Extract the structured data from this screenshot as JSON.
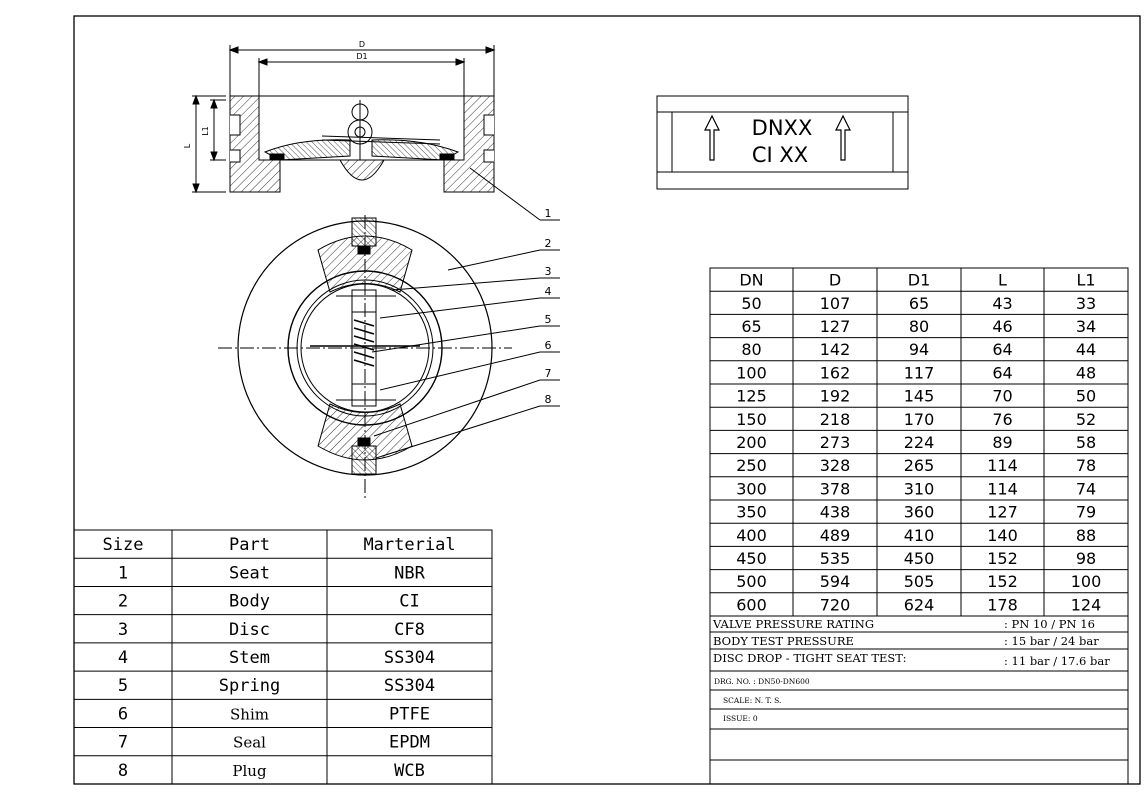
{
  "side_view": {
    "dims": [
      "D",
      "D1",
      "L",
      "L1"
    ]
  },
  "nameplate": {
    "line1": "DNXX",
    "line2": "CI XX"
  },
  "front_view": {
    "callouts": [
      "1",
      "2",
      "3",
      "4",
      "5",
      "6",
      "7",
      "8"
    ]
  },
  "parts_table": {
    "headers": [
      "Size",
      "Part",
      "Marterial"
    ],
    "rows": [
      [
        "1",
        "Seat",
        "NBR"
      ],
      [
        "2",
        "Body",
        "CI"
      ],
      [
        "3",
        "Disc",
        "CF8"
      ],
      [
        "4",
        "Stem",
        "SS304"
      ],
      [
        "5",
        "Spring",
        "SS304"
      ],
      [
        "6",
        "Shim",
        "PTFE"
      ],
      [
        "7",
        "Seal",
        "EPDM"
      ],
      [
        "8",
        "Plug",
        "WCB"
      ]
    ]
  },
  "dims_table": {
    "headers": [
      "DN",
      "D",
      "D1",
      "L",
      "L1"
    ],
    "rows": [
      [
        "50",
        "107",
        "65",
        "43",
        "33"
      ],
      [
        "65",
        "127",
        "80",
        "46",
        "34"
      ],
      [
        "80",
        "142",
        "94",
        "64",
        "44"
      ],
      [
        "100",
        "162",
        "117",
        "64",
        "48"
      ],
      [
        "125",
        "192",
        "145",
        "70",
        "50"
      ],
      [
        "150",
        "218",
        "170",
        "76",
        "52"
      ],
      [
        "200",
        "273",
        "224",
        "89",
        "58"
      ],
      [
        "250",
        "328",
        "265",
        "114",
        "78"
      ],
      [
        "300",
        "378",
        "310",
        "114",
        "74"
      ],
      [
        "350",
        "438",
        "360",
        "127",
        "79"
      ],
      [
        "400",
        "489",
        "410",
        "140",
        "88"
      ],
      [
        "450",
        "535",
        "450",
        "152",
        "98"
      ],
      [
        "500",
        "594",
        "505",
        "152",
        "100"
      ],
      [
        "600",
        "720",
        "624",
        "178",
        "124"
      ]
    ]
  },
  "notes": [
    {
      "label": "VALVE PRESSURE RATING",
      "value": ": PN 10  / PN 16"
    },
    {
      "label": "BODY TEST PRESSURE",
      "value": ": 15 bar / 24 bar"
    },
    {
      "label": "DISC DROP - TIGHT SEAT TEST:",
      "value": ": 11 bar / 17.6 bar"
    }
  ],
  "title_block": {
    "drg_no": "DRG. NO. : DN50-DN600",
    "scale": "SCALE: N. T. S.",
    "issue": "ISSUE: 0"
  }
}
